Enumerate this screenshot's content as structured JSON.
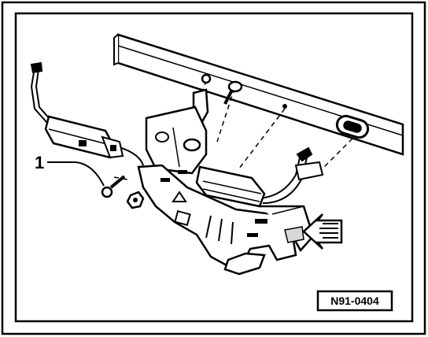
{
  "figure": {
    "callouts": [
      {
        "label": "1",
        "points_to": "screw"
      }
    ],
    "reference_code": "N91-0404",
    "components": [
      "crossmember-bracket",
      "mounting-bracket",
      "bolt",
      "nut",
      "screw",
      "cable-harness",
      "connector",
      "connector-housing",
      "side-panel",
      "direction-arrow"
    ]
  },
  "colors": {
    "line": "#000000",
    "background": "#ffffff",
    "shading": "#d8d8d8"
  }
}
